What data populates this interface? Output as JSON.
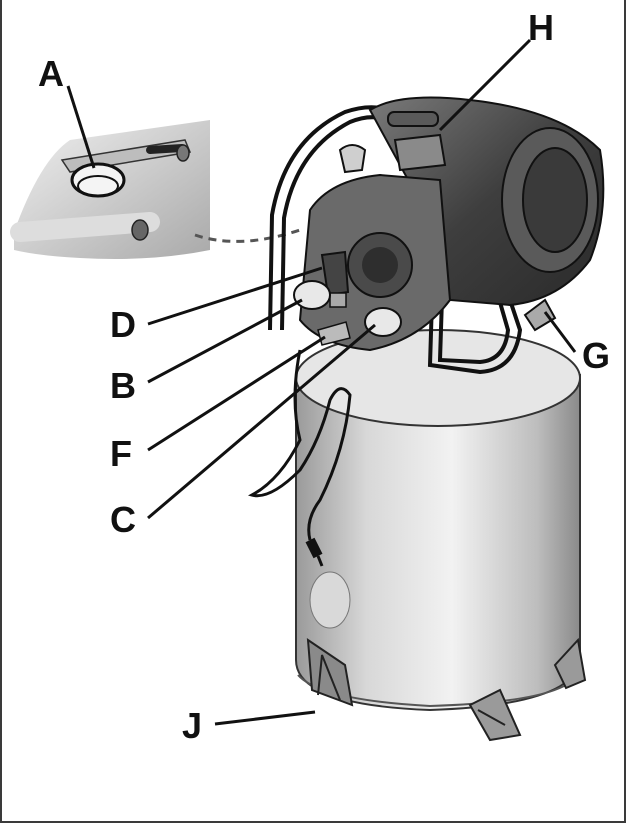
{
  "figure": {
    "callouts": {
      "A": "A",
      "B": "B",
      "C": "C",
      "D": "D",
      "F": "F",
      "G": "G",
      "H": "H",
      "J": "J"
    },
    "colors": {
      "line": "#111111",
      "tank": "#c9c9c9",
      "tank_shadow": "#8f8f8f",
      "motor": "#4a4a4a",
      "frame_border": "#3a3a3a"
    }
  }
}
